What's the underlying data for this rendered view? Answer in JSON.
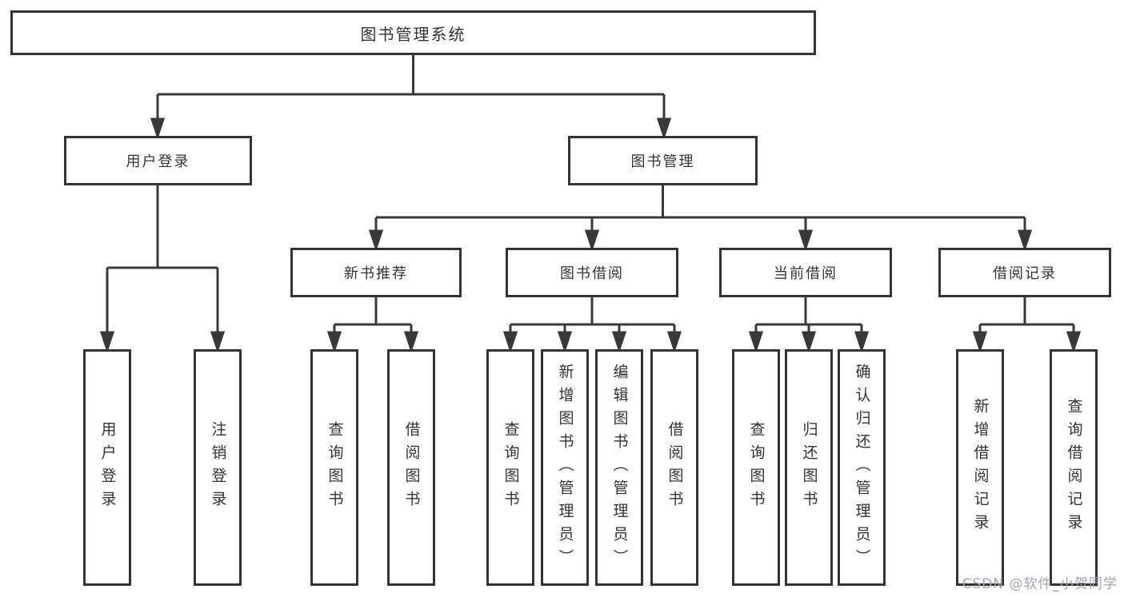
{
  "diagram": {
    "title": "图书管理系统",
    "nodes": {
      "root": "图书管理系统",
      "user_login": "用户登录",
      "book_management": "图书管理",
      "new_book_recommend": "新书推荐",
      "book_borrow": "图书借阅",
      "current_borrow": "当前借阅",
      "borrow_record": "借阅记录"
    },
    "leaves": {
      "user_login": [
        "用户登录",
        "注销登录"
      ],
      "new_book_recommend": [
        "查询图书",
        "借阅图书"
      ],
      "book_borrow": [
        "查询图书",
        "新增图书（管理员）",
        "编辑图书（管理员）",
        "借阅图书"
      ],
      "current_borrow": [
        "查询图书",
        "归还图书",
        "确认归还（管理员）"
      ],
      "borrow_record": [
        "新增借阅记录",
        "查询借阅记录"
      ]
    }
  },
  "watermark": "CSDN @软件_小贺同学",
  "colors": {
    "line": "#383838",
    "border": "#333333",
    "text": "#333333",
    "watermark_text": "#a3a4ac",
    "background": "#ffffff"
  }
}
